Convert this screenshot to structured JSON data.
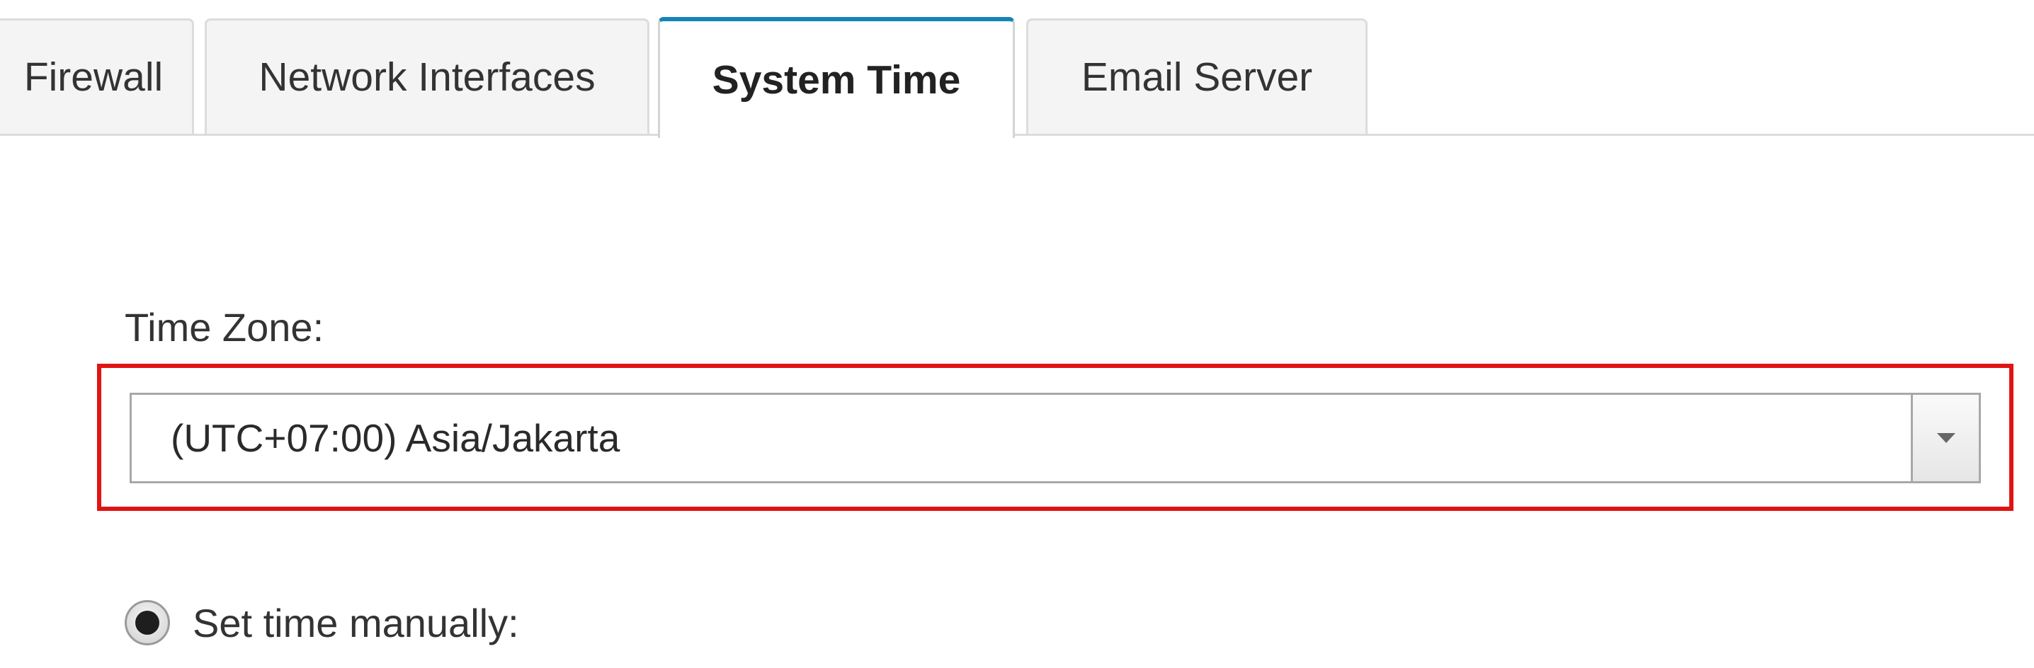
{
  "tabs": [
    {
      "label": "Firewall",
      "selected": false
    },
    {
      "label": "Network Interfaces",
      "selected": false
    },
    {
      "label": "System Time",
      "selected": true
    },
    {
      "label": "Email Server",
      "selected": false
    }
  ],
  "system_time": {
    "time_zone_label": "Time Zone:",
    "time_zone_value": "(UTC+07:00) Asia/Jakarta",
    "set_time_manually_label": "Set time manually:",
    "set_time_manually_checked": true
  },
  "colors": {
    "active_tab_accent": "#1683b8",
    "highlight_border": "#e01414",
    "border_gray": "#dcdcdc",
    "text": "#333333"
  },
  "icons": {
    "dropdown": "chevron-down-icon",
    "radio": "radio-selected-icon"
  }
}
